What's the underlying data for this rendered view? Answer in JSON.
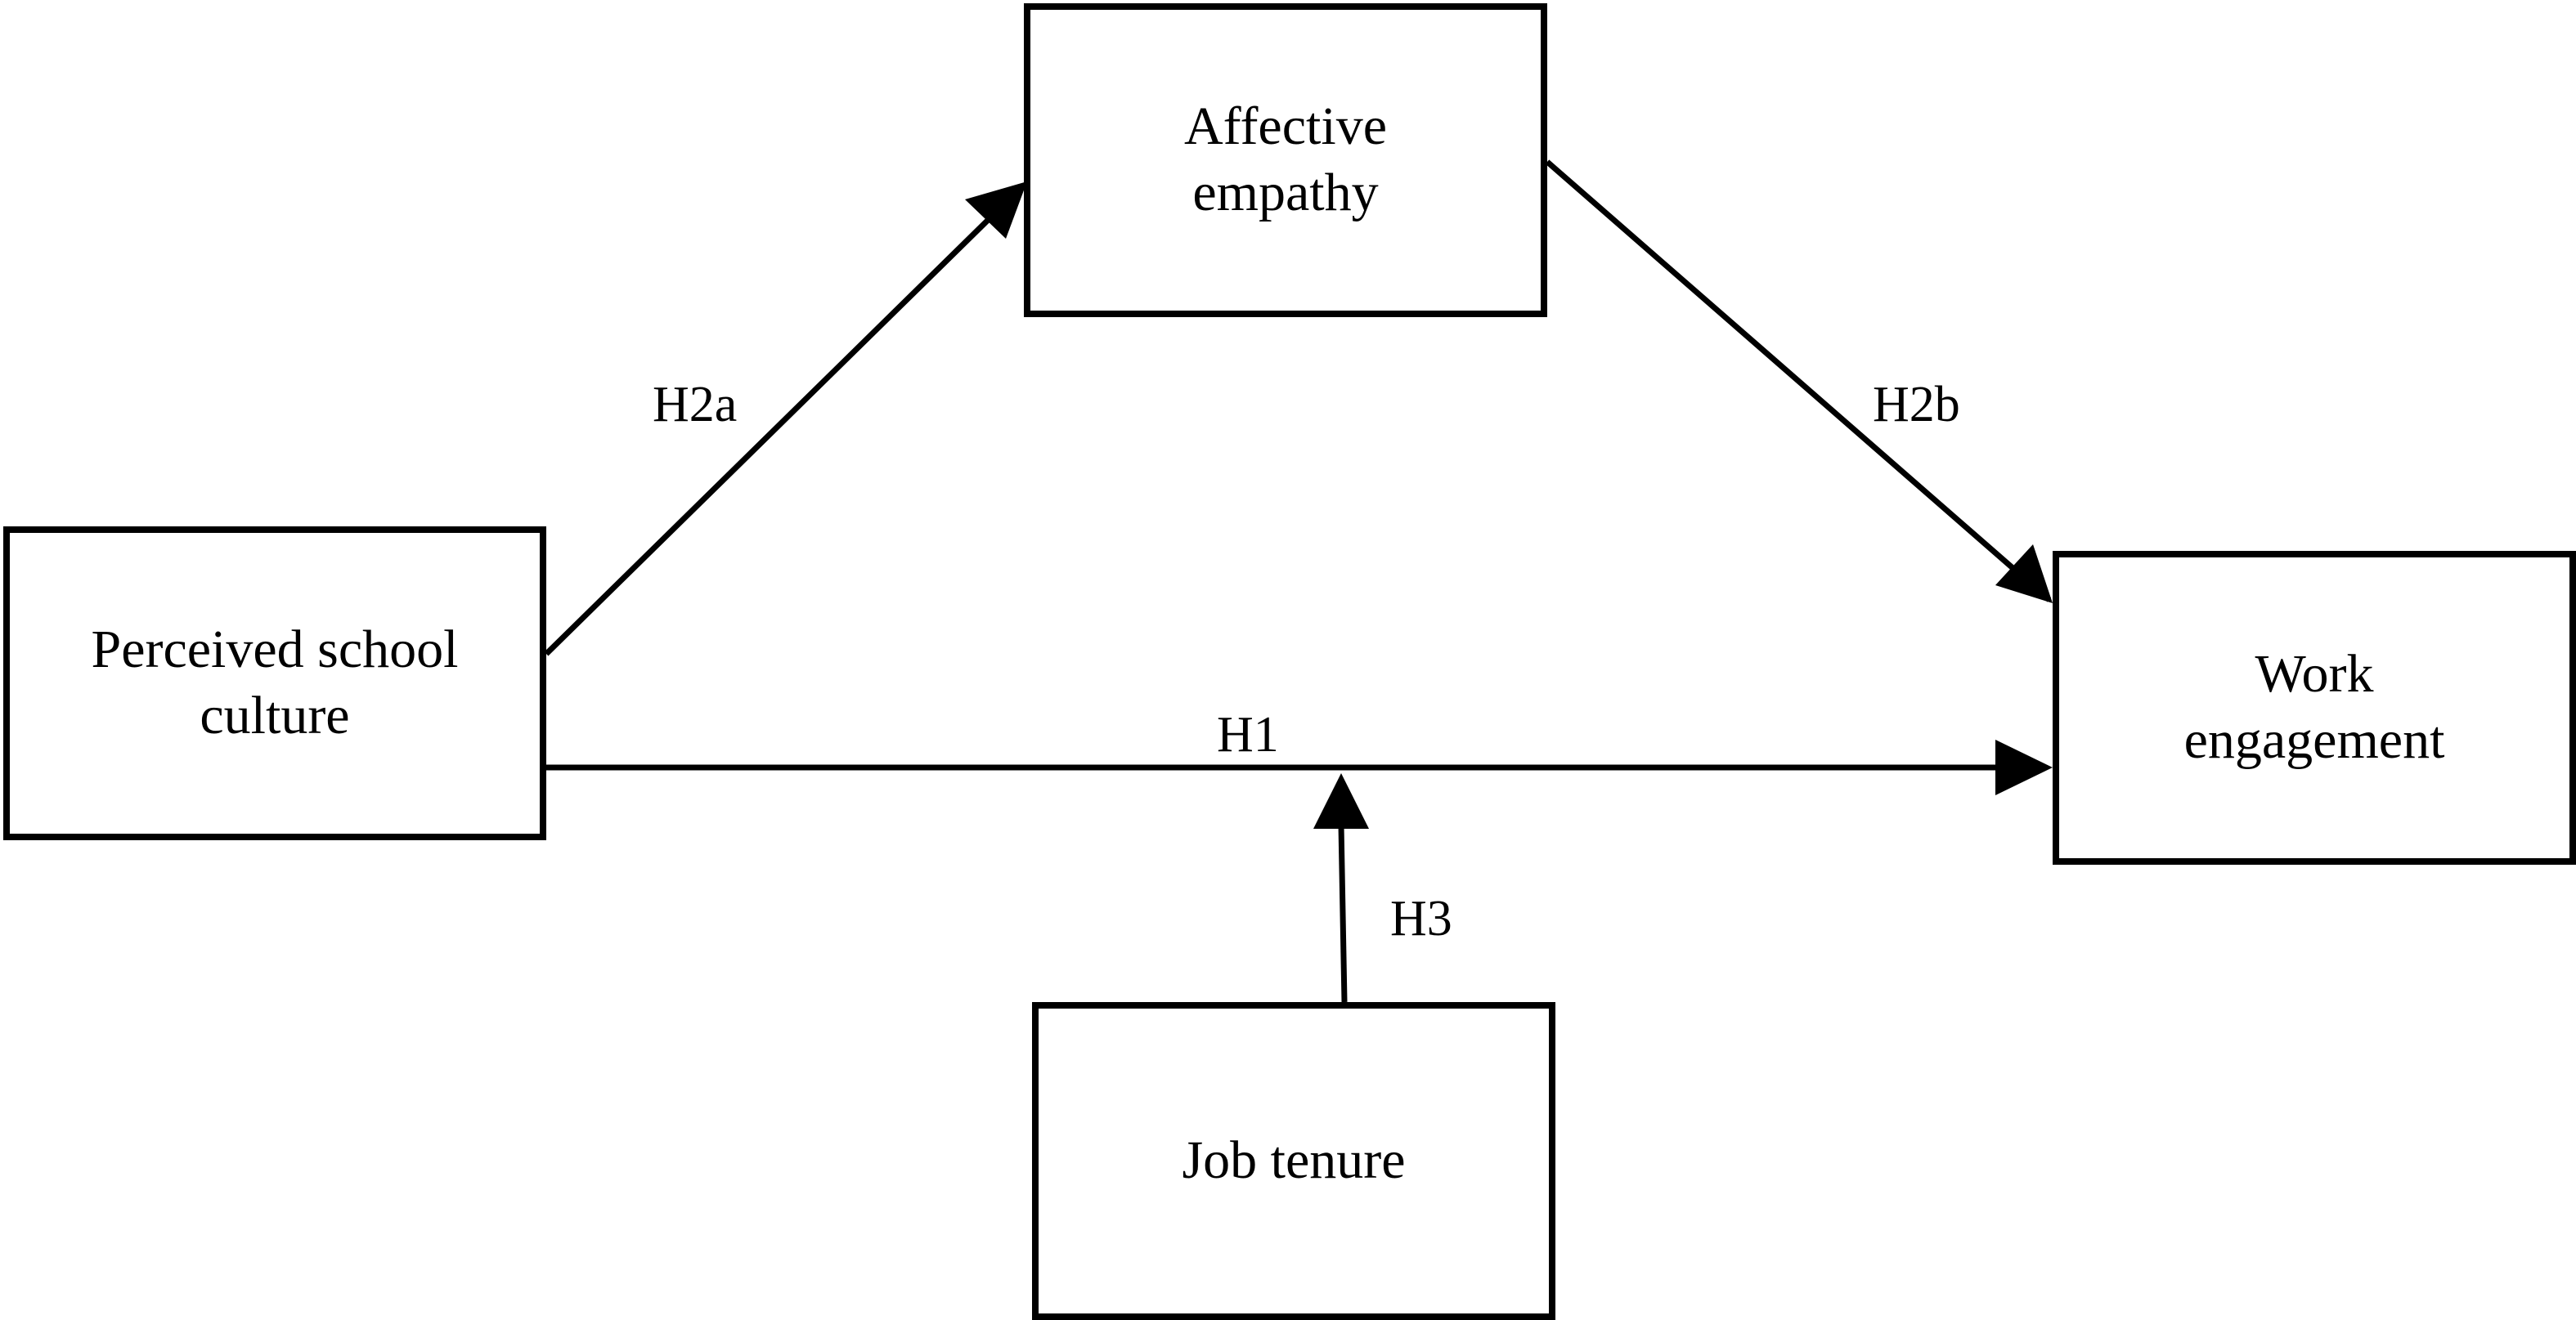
{
  "nodes": {
    "perceived_school_culture": "Perceived school\nculture",
    "affective_empathy": "Affective\nempathy",
    "work_engagement": "Work\nengagement",
    "job_tenure": "Job tenure"
  },
  "edges": {
    "h1": "H1",
    "h2a": "H2a",
    "h2b": "H2b",
    "h3": "H3"
  },
  "colors": {
    "line": "#000000",
    "background": "#ffffff"
  }
}
